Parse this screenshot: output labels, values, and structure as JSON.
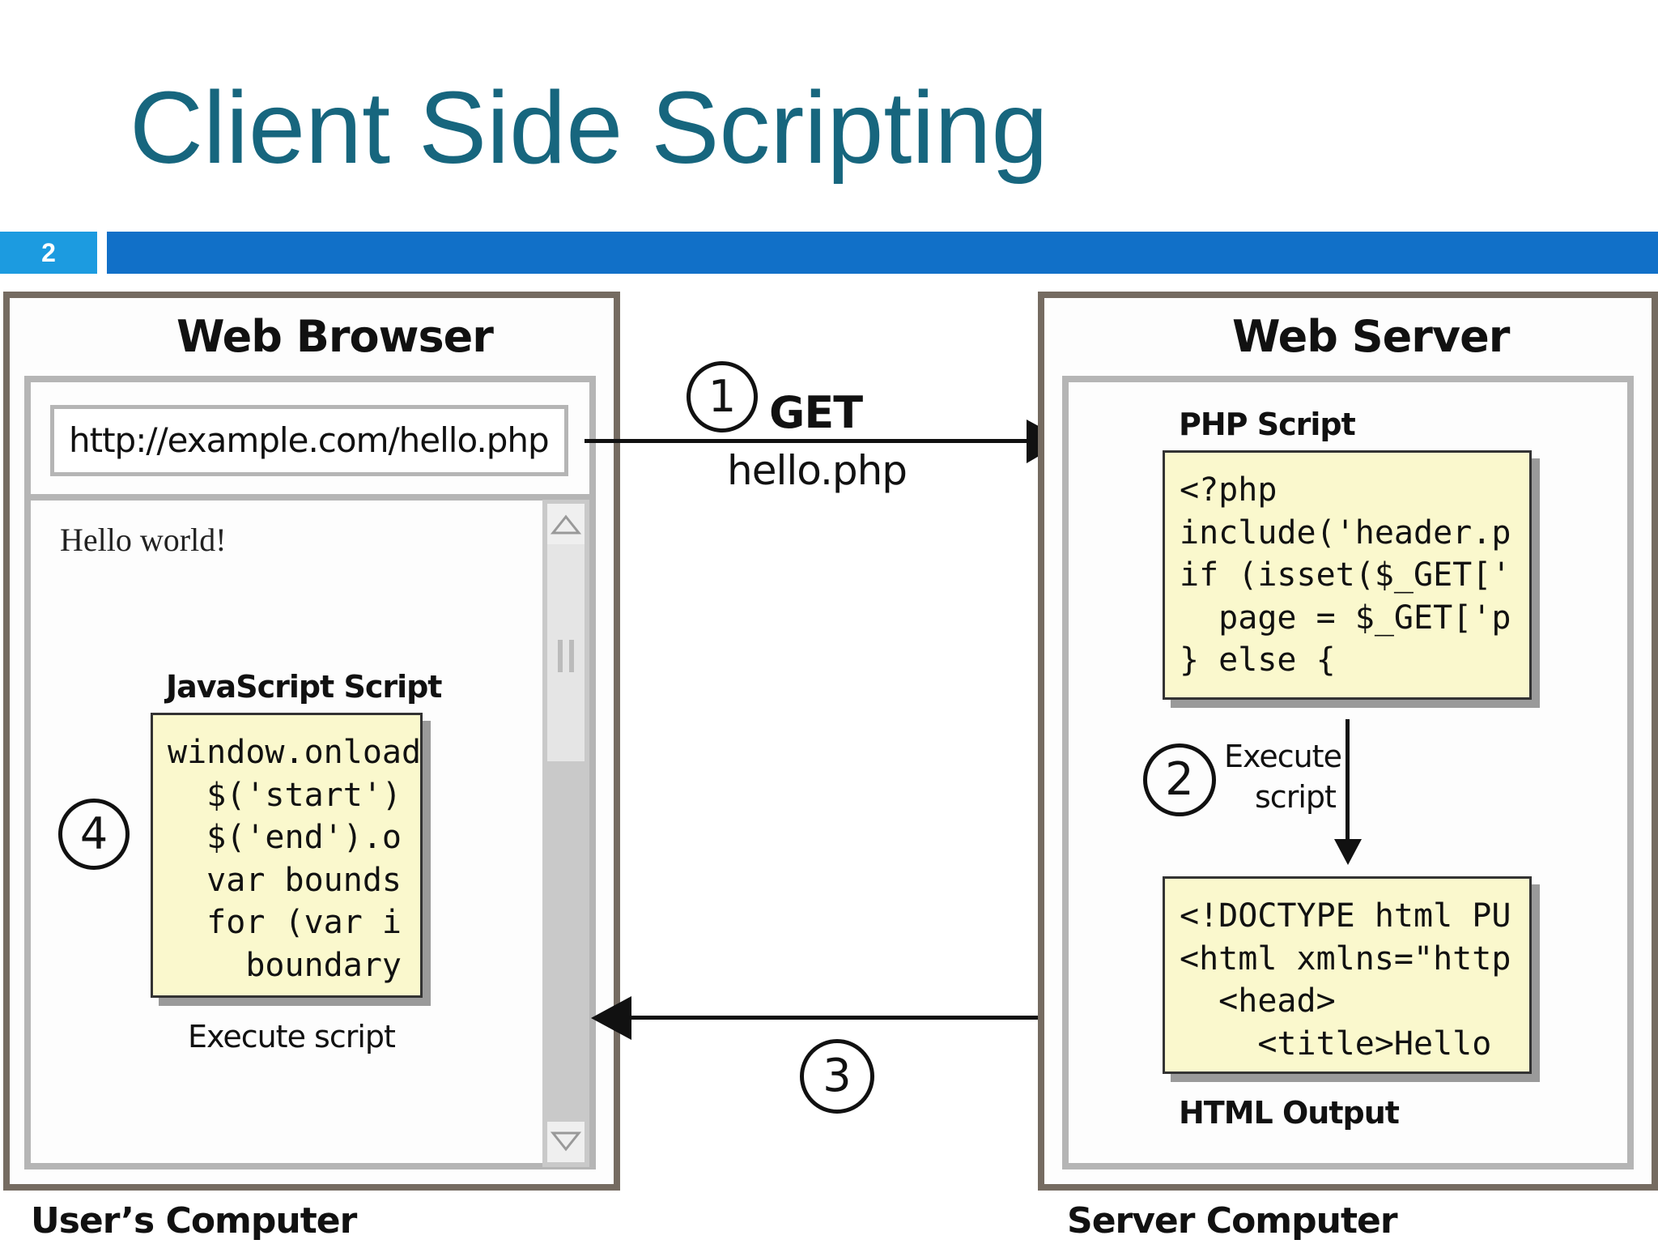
{
  "slide": {
    "title": "Client Side Scripting",
    "number": "2"
  },
  "browser": {
    "heading": "Web Browser",
    "url": "http://example.com/hello.php",
    "page_text": "Hello world!",
    "js_label": "JavaScript Script",
    "js_code": [
      "window.onload",
      "  $('start')",
      "  $('end').o",
      "  var bounds",
      "  for (var i",
      "    boundary"
    ],
    "execute_label": "Execute script",
    "computer_label": "User’s Computer"
  },
  "server": {
    "heading": "Web Server",
    "php_label": "PHP Script",
    "php_code": [
      "<?php",
      "include('header.p",
      "if (isset($_GET['",
      "  page = $_GET['p",
      "} else {"
    ],
    "execute_line1": "Execute",
    "execute_line2": "script",
    "html_code": [
      "<!DOCTYPE html PU",
      "<html xmlns=\"http",
      "  <head>",
      "    <title>Hello"
    ],
    "html_label": "HTML Output",
    "computer_label": "Server Computer"
  },
  "steps": {
    "one": "1",
    "two": "2",
    "three": "3",
    "four": "4",
    "get_label": "GET",
    "get_file": "hello.php"
  }
}
